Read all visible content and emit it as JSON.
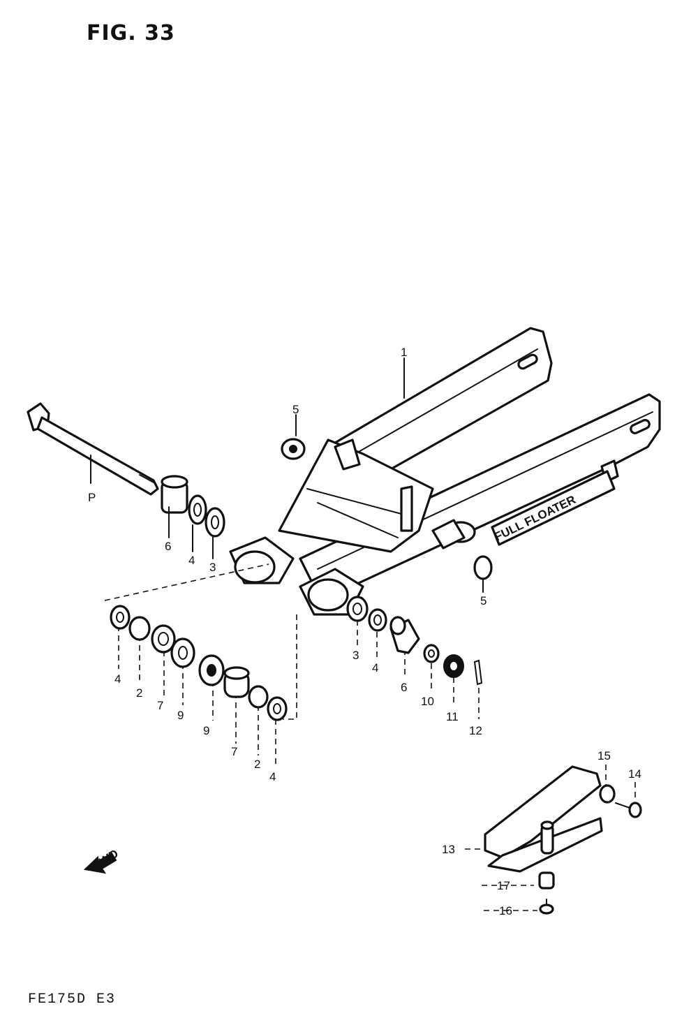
{
  "figure": {
    "title": "FIG. 33",
    "footer": "FE175D E3",
    "fwd_label": "FWD",
    "decal_text": "FULL FLOATER"
  },
  "callouts": [
    {
      "id": "c1",
      "label": "1"
    },
    {
      "id": "c5a",
      "label": "5"
    },
    {
      "id": "cP",
      "label": "P"
    },
    {
      "id": "c6a",
      "label": "6"
    },
    {
      "id": "c4a",
      "label": "4"
    },
    {
      "id": "c3a",
      "label": "3"
    },
    {
      "id": "c5b",
      "label": "5"
    },
    {
      "id": "c4b",
      "label": "4"
    },
    {
      "id": "c2a",
      "label": "2"
    },
    {
      "id": "c7a",
      "label": "7"
    },
    {
      "id": "c9a",
      "label": "9"
    },
    {
      "id": "c9b",
      "label": "9"
    },
    {
      "id": "c7b",
      "label": "7"
    },
    {
      "id": "c2b",
      "label": "2"
    },
    {
      "id": "c4c",
      "label": "4"
    },
    {
      "id": "c3b",
      "label": "3"
    },
    {
      "id": "c4d",
      "label": "4"
    },
    {
      "id": "c6b",
      "label": "6"
    },
    {
      "id": "c10",
      "label": "10"
    },
    {
      "id": "c11",
      "label": "11"
    },
    {
      "id": "c12",
      "label": "12"
    },
    {
      "id": "c15",
      "label": "15"
    },
    {
      "id": "c14",
      "label": "14"
    },
    {
      "id": "c13",
      "label": "13"
    },
    {
      "id": "c17",
      "label": "17"
    },
    {
      "id": "c16",
      "label": "16"
    }
  ]
}
